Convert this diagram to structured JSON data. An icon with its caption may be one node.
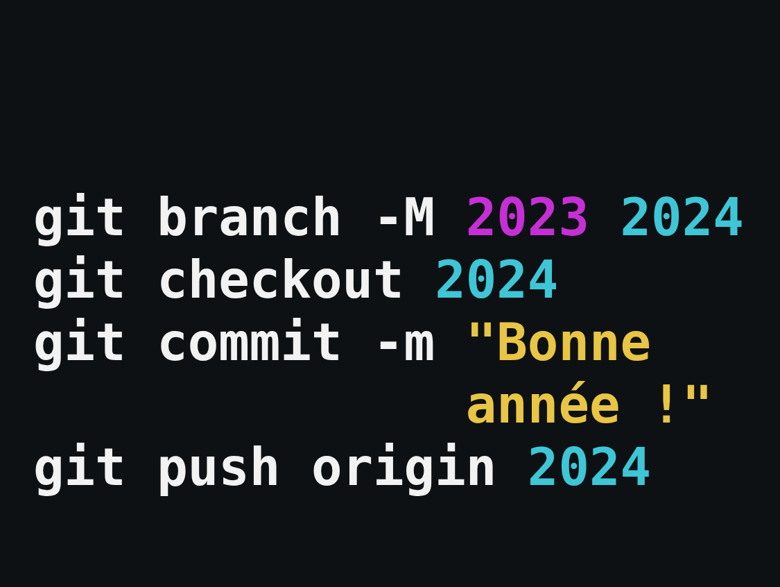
{
  "diagram": {
    "labels": [
      "git branch -M",
      "2023",
      "2024",
      "git checkout",
      "2024",
      "git commit -m",
      "\"Bonne année !\"",
      "git push origin",
      "2024"
    ]
  }
}
